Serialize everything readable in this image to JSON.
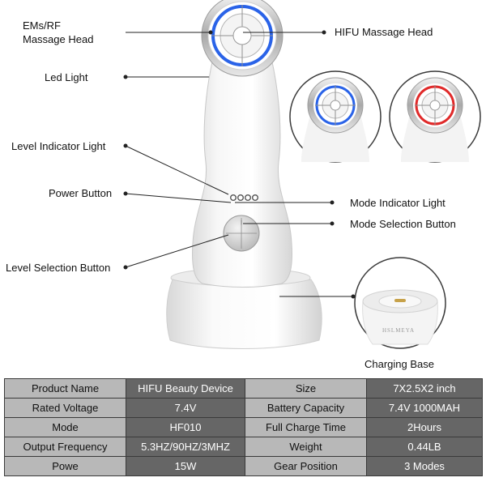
{
  "callouts": {
    "ems_rf_line1": "EMs/RF",
    "ems_rf_line2": "Massage Head",
    "hifu_head": "HIFU Massage Head",
    "led_light": "Led Light",
    "level_indicator": "Level Indicator Light",
    "power_button": "Power Button",
    "mode_indicator": "Mode Indicator Light",
    "mode_selection": "Mode Selection Button",
    "level_selection": "Level Selection Button",
    "charging_base": "Charging Base"
  },
  "brand_mark": "HSLMEYA",
  "led_colors": {
    "blue": "#2a63e8",
    "red": "#e02a2a"
  },
  "specs": [
    {
      "k1": "Product Name",
      "v1": "HIFU Beauty Device",
      "k2": "Size",
      "v2": "7X2.5X2 inch"
    },
    {
      "k1": "Rated Voltage",
      "v1": "7.4V",
      "k2": "Battery Capacity",
      "v2": "7.4V 1000MAH"
    },
    {
      "k1": "Mode",
      "v1": "HF010",
      "k2": "Full Charge Time",
      "v2": "2Hours"
    },
    {
      "k1": "Output Frequency",
      "v1": "5.3HZ/90HZ/3MHZ",
      "k2": "Weight",
      "v2": "0.44LB"
    },
    {
      "k1": "Powe",
      "v1": "15W",
      "k2": "Gear Position",
      "v2": "3 Modes"
    }
  ]
}
